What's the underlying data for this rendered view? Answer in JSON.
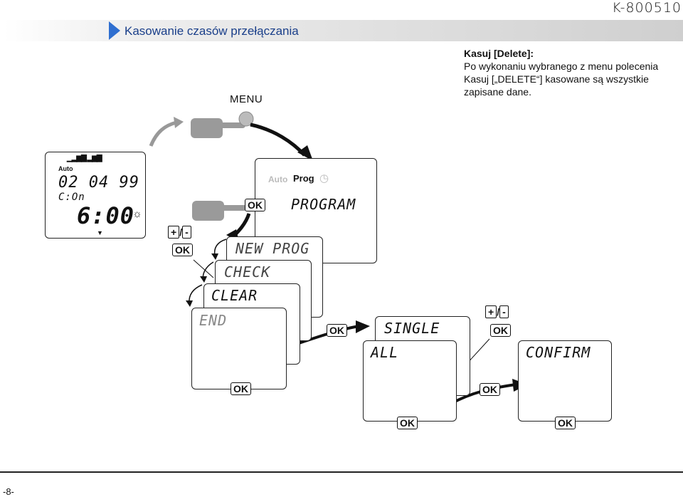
{
  "model": "K-800510",
  "header": {
    "title": "Kasowanie czasów przełączania"
  },
  "description": {
    "heading": "Kasuj [Delete]:",
    "lines": [
      "Po wykonaniu wybranego z menu polecenia",
      "Kasuj [„DELETE“] kasowane są wszystkie",
      "zapisane dane."
    ]
  },
  "menu_label": "MENU",
  "main_display": {
    "mode": "Auto",
    "date": "02 04 99",
    "program": "C:On",
    "time": "6:00"
  },
  "prog_display": {
    "auto": "Auto",
    "prog": "Prog",
    "text": "PROGRAM"
  },
  "menu_screens": [
    "NEW PROG",
    "CHECK",
    "CLEAR",
    "END"
  ],
  "delete_screens": [
    "SINGLE",
    "ALL"
  ],
  "confirm_screen": "CONFIRM",
  "buttons": {
    "ok": "OK",
    "plus": "+",
    "minus": "-",
    "slash": "/"
  },
  "page_number": "-8-",
  "colors": {
    "accent": "#2f6fd0",
    "title": "#1a3f8a"
  }
}
